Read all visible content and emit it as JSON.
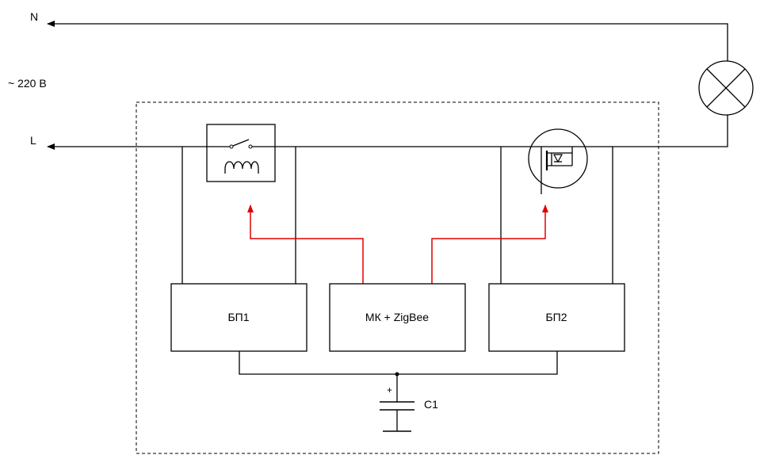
{
  "terminals": {
    "n_label": "N",
    "l_label": "L",
    "voltage_label": "~ 220 В"
  },
  "blocks": {
    "psu1_label": "БП1",
    "mcu_label": "МК + ZigBee",
    "psu2_label": "БП2"
  },
  "capacitor": {
    "name_label": "C1",
    "polarity_label": "+"
  },
  "colors": {
    "wire": "#000000",
    "signal": "#e00000"
  },
  "icons": {
    "relay": "relay-icon",
    "mosfet": "mosfet-icon",
    "lamp": "lamp-icon"
  }
}
